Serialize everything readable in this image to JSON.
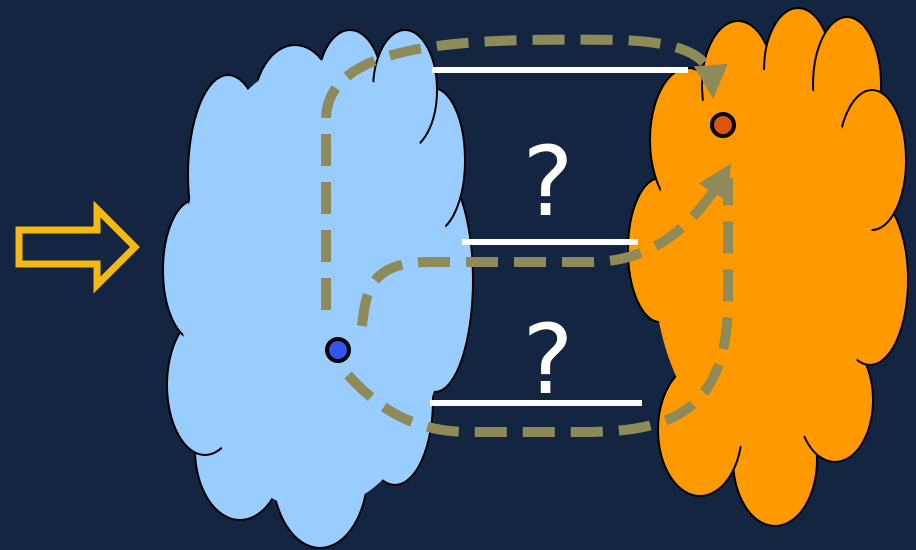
{
  "colors": {
    "background": "#132540",
    "arrow": "#f6b911",
    "left_cloud": "#99ccff",
    "right_cloud": "#ff9900",
    "path": "#8f8a5a",
    "link": "#ffffff",
    "node_left": "#3355ee",
    "node_right": "#dd5511"
  },
  "icons": {
    "input_arrow": "hollow-right-arrow",
    "left_network": "cloud",
    "right_network": "cloud"
  },
  "labels": {
    "middle_link": "?",
    "bottom_link": "?"
  }
}
